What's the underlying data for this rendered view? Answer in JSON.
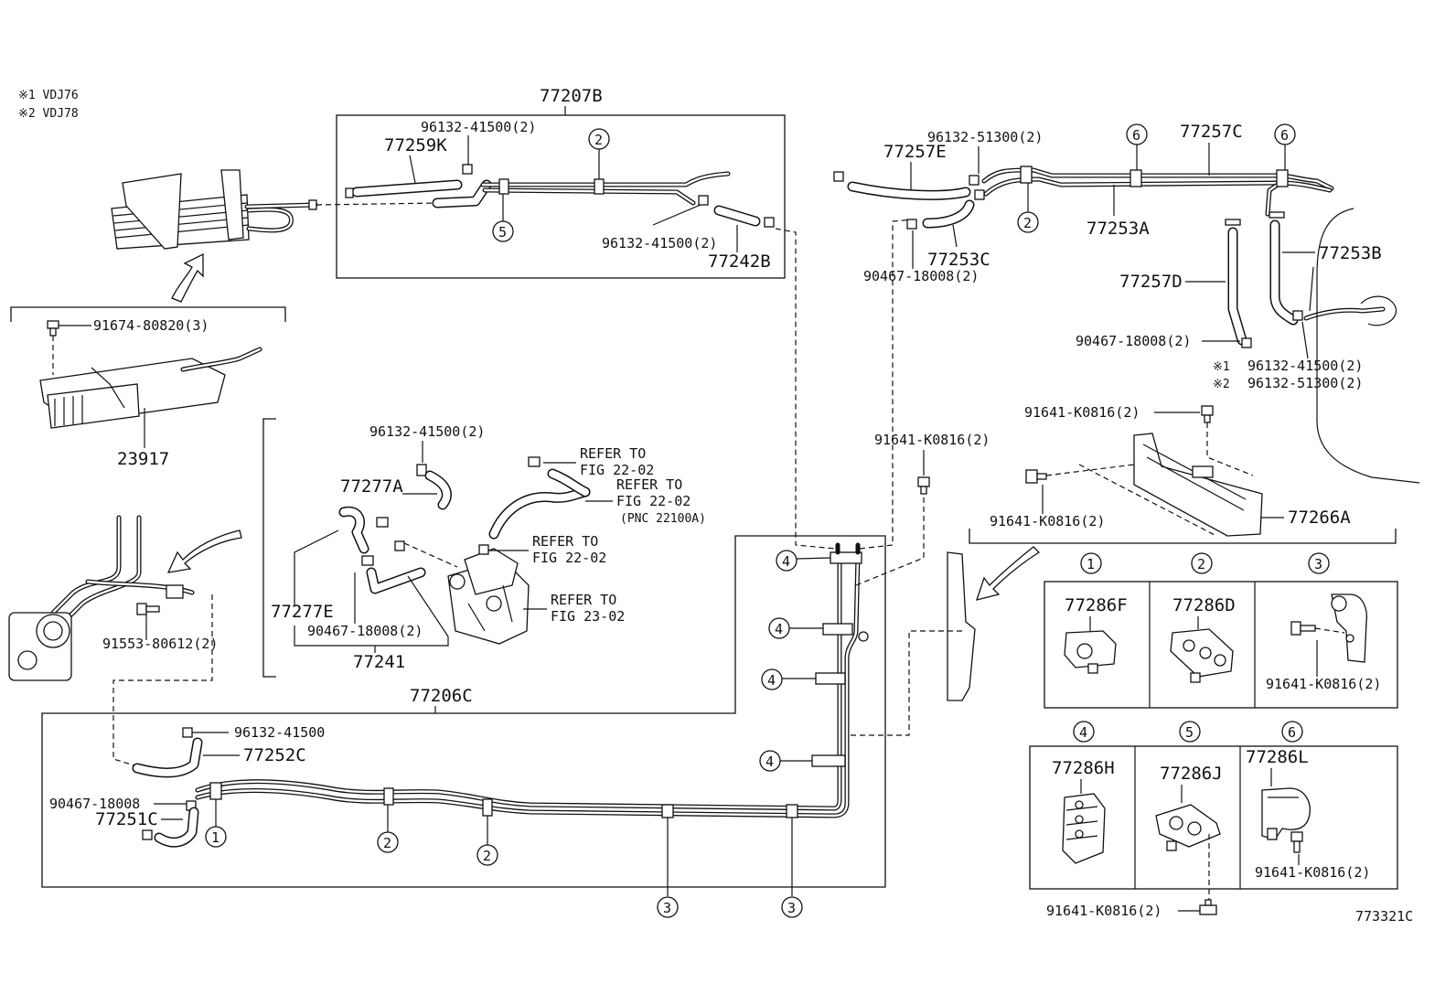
{
  "notes": {
    "n1": "※1 VDJ76",
    "n2": "※2 VDJ78"
  },
  "callouts": {
    "p77207B": "77207B",
    "p96132_41500_2_a": "96132-41500(2)",
    "p77259K": "77259K",
    "p96132_41500_2_b": "96132-41500(2)",
    "p77242B": "77242B",
    "p91674_80820_3": "91674-80820(3)",
    "p23917": "23917",
    "p91553_80612_2": "91553-80612(2)",
    "p96132_41500_2_c": "96132-41500(2)",
    "p77277A": "77277A",
    "p77277E": "77277E",
    "p90467_18008_2_a": "90467-18008(2)",
    "p77241": "77241",
    "p77206C": "77206C",
    "p96132_41500": "96132-41500",
    "p77252C": "77252C",
    "p90467_18008": "90467-18008",
    "p77251C": "77251C",
    "p96132_51300_2_a": "96132-51300(2)",
    "p77257E": "77257E",
    "p77257C": "77257C",
    "p77253A": "77253A",
    "p77253C": "77253C",
    "p90467_18008_2_b": "90467-18008(2)",
    "p77257D": "77257D",
    "p77253B": "77253B",
    "p90467_18008_2_c": "90467-18008(2)",
    "p96132_41500_2_d": "96132-41500(2)",
    "p96132_51300_2_b": "96132-51300(2)",
    "mark1": "※1",
    "mark2": "※2",
    "p91641_K0816_2_a": "91641-K0816(2)",
    "p91641_K0816_2_b": "91641-K0816(2)",
    "p91641_K0816_2_c": "91641-K0816(2)",
    "p77266A": "77266A",
    "p91641_K0816_2_d": "91641-K0816(2)",
    "p91641_K0816_2_e": "91641-K0816(2)",
    "p91641_K0816_2_f": "91641-K0816(2)",
    "diagram_id": "773321C"
  },
  "refs": {
    "r1_line1": "REFER TO",
    "r1_line2": "FIG 22-02",
    "r2_line1": "REFER TO",
    "r2_line2": "FIG 22-02",
    "r2_line3": "(PNC 22100A)",
    "r3_line1": "REFER TO",
    "r3_line2": "FIG 22-02",
    "r4_line1": "REFER TO",
    "r4_line2": "FIG 23-02"
  },
  "clamp_parts": {
    "c1": "77286F",
    "c2": "77286D",
    "c4": "77286H",
    "c5": "77286J",
    "c6": "77286L"
  },
  "circle_numbers": {
    "one": "1",
    "two": "2",
    "three": "3",
    "four": "4",
    "five": "5",
    "six": "6"
  }
}
